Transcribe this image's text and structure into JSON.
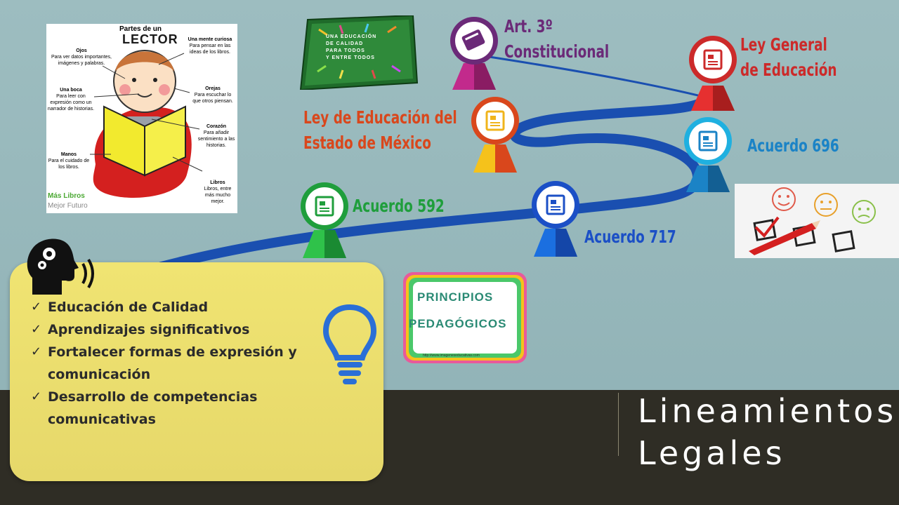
{
  "title": {
    "line1": "Lineamientos",
    "line2": "Legales"
  },
  "timeline": {
    "art3": {
      "line1": "Art. 3º",
      "line2": "Constitucional",
      "color": "#6b2a78"
    },
    "ley_general": {
      "line1": "Ley General",
      "line2": "de Educación",
      "color": "#cc2a2a"
    },
    "ley_estado": {
      "line1": "Ley de Educación del",
      "line2": "Estado de México",
      "color": "#d9471c"
    },
    "acuerdo_696": {
      "label": "Acuerdo  696",
      "color": "#1b83c6"
    },
    "acuerdo_592": {
      "label": "Acuerdo  592",
      "color": "#1f9e3c"
    },
    "acuerdo_717": {
      "label": "Acuerdo  717",
      "color": "#1b4fc6"
    }
  },
  "lector": {
    "title_top": "Partes de un",
    "title_main": "LECTOR",
    "callouts": {
      "ojos_title": "Ojos",
      "ojos_text": "Para ver datos importantes, imágenes y palabras.",
      "mente_title": "Una mente curiosa",
      "mente_text": "Para pensar en las ideas de los libros.",
      "boca_title": "Una boca",
      "boca_text": "Para leer con expresión como un narrador de historias.",
      "orejas_title": "Orejas",
      "orejas_text": "Para escuchar lo que otros piensan.",
      "corazon_title": "Corazón",
      "corazon_text": "Para añadir sentimiento a las historias.",
      "manos_title": "Manos",
      "manos_text": "Para el cuidado de los libros.",
      "libros_title": "Libros",
      "libros_text": "Libros, entre más mucho mejor."
    },
    "brand_line1": "Más Libros",
    "brand_line2": "Mejor Futuro"
  },
  "calidad": {
    "line1": "UNA EDUCACIÓN",
    "line2": "DE CALIDAD",
    "line3": "PARA TODOS",
    "line4": "Y ENTRE TODOS"
  },
  "principios": {
    "line1": "PRINCIPIOS",
    "line2": "PEDAGÓGICOS",
    "url": "http://www.imageneseducativas.com"
  },
  "goals": [
    "Educación de Calidad",
    "Aprendizajes significativos",
    "Fortalecer formas de expresión y comunicación",
    "Desarrollo de competencias comunicativas"
  ],
  "colors": {
    "band": "#2f2d25",
    "background": "#8fb1b5",
    "road": "#1a4fb0",
    "idea_box": "#ebdd6c",
    "bulb": "#2a6fd6"
  }
}
